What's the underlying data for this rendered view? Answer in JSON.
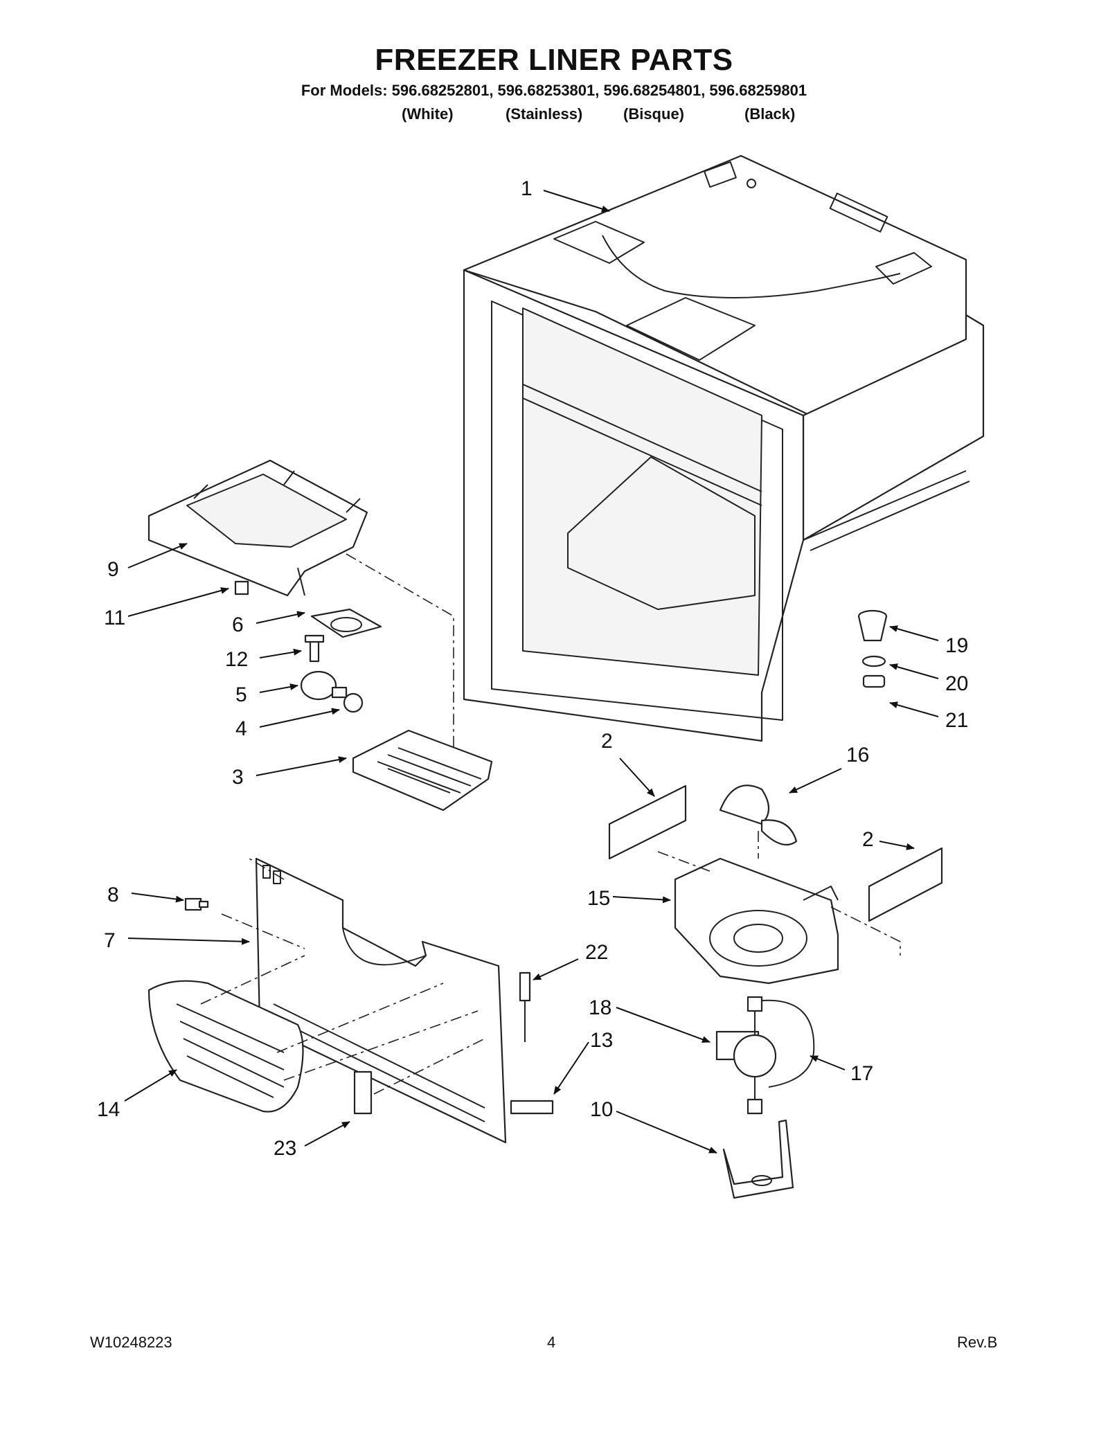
{
  "header": {
    "title": "FREEZER LINER PARTS",
    "models_line": "For Models: 596.68252801, 596.68253801, 596.68254801, 596.68259801",
    "variants": [
      "(White)",
      "(Stainless)",
      "(Bisque)",
      "(Black)"
    ]
  },
  "callouts": {
    "c1": "1",
    "c2a": "2",
    "c2b": "2",
    "c3": "3",
    "c4": "4",
    "c5": "5",
    "c6": "6",
    "c7": "7",
    "c8": "8",
    "c9": "9",
    "c10": "10",
    "c11": "11",
    "c12": "12",
    "c13": "13",
    "c14": "14",
    "c15": "15",
    "c16": "16",
    "c17": "17",
    "c18": "18",
    "c19": "19",
    "c20": "20",
    "c21": "21",
    "c22": "22",
    "c23": "23"
  },
  "footer": {
    "doc_number": "W10248223",
    "page_number": "4",
    "revision": "Rev.B"
  }
}
